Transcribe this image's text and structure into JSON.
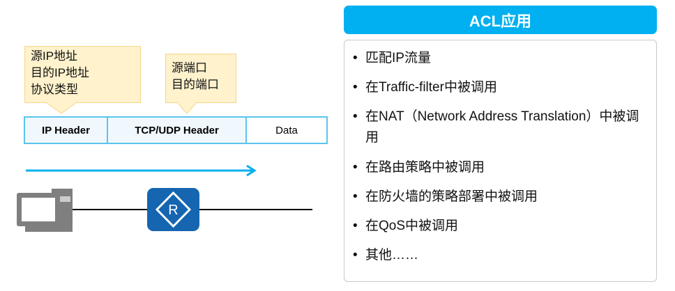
{
  "callouts": {
    "ip": [
      "源IP地址",
      "目的IP地址",
      "协议类型"
    ],
    "tcp": [
      "源端口",
      "目的端口"
    ]
  },
  "packet": {
    "ip_header": "IP Header",
    "tcp_udp_header": "TCP/UDP Header",
    "data": "Data"
  },
  "router_label": "R",
  "panel": {
    "title": "ACL应用",
    "items": [
      "匹配IP流量",
      "在Traffic-filter中被调用",
      "在NAT（Network Address Translation）中被调用",
      "在路由策略中被调用",
      "在防火墙的策略部署中被调用",
      "在QoS中被调用",
      "其他……"
    ]
  },
  "colors": {
    "accent": "#00b0f0",
    "router": "#1565b0",
    "callout": "#fff2cc"
  }
}
